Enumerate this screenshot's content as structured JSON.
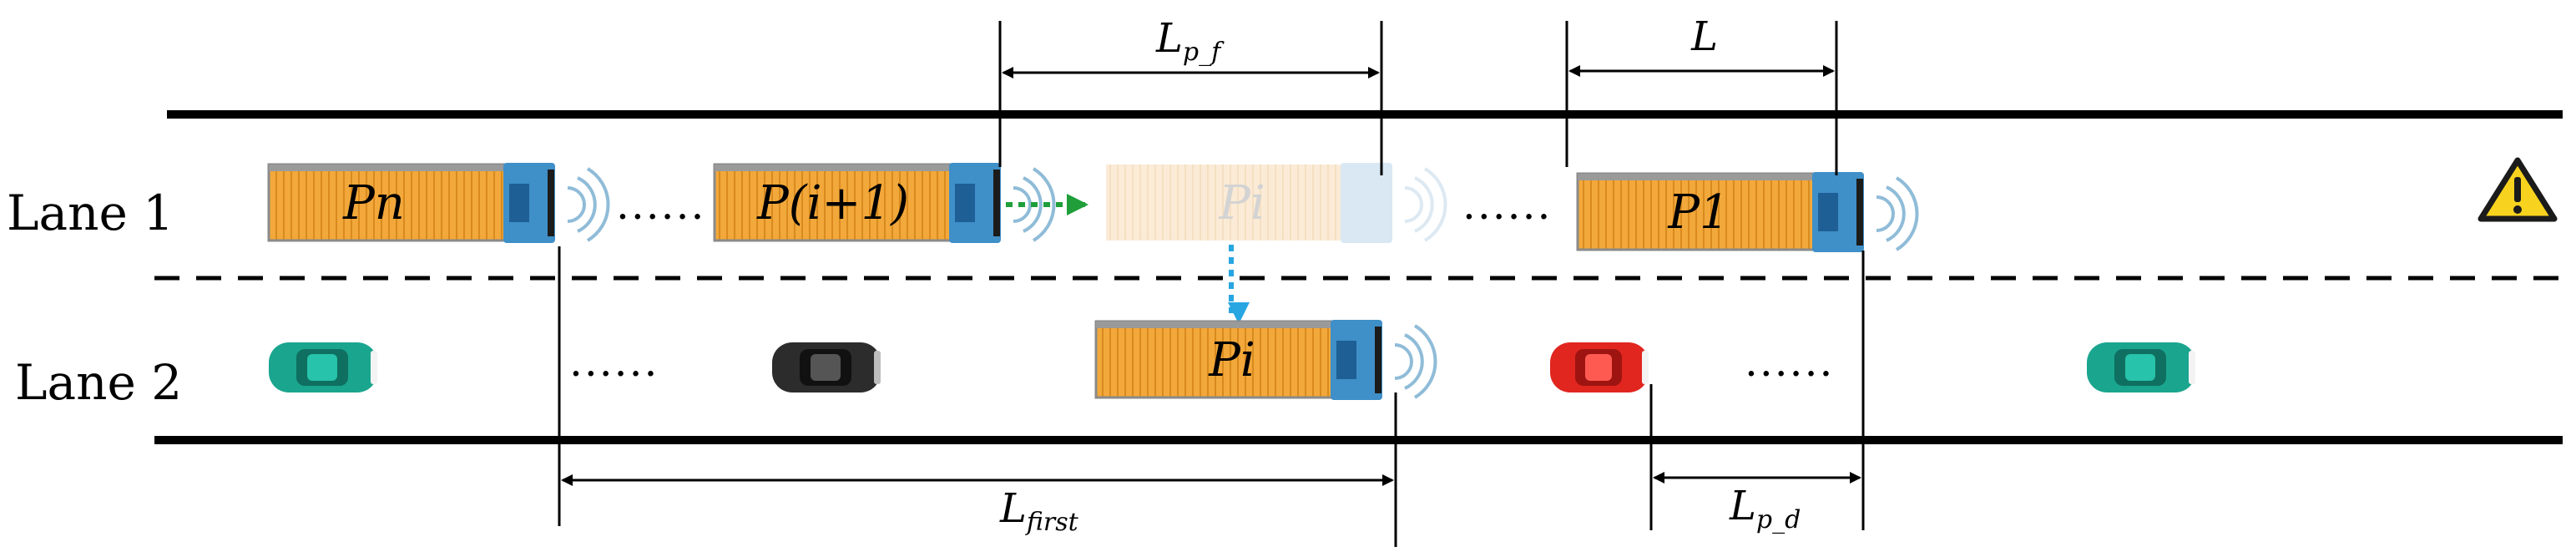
{
  "lanes": {
    "lane1": "Lane 1",
    "lane2": "Lane 2"
  },
  "trucks": {
    "pn": "Pn",
    "p_i_plus_1": "P(i+1)",
    "pi_ghost": "Pi",
    "pi": "Pi",
    "p1": "P1"
  },
  "dimensions": {
    "lpf_main": "L",
    "lpf_sub": "p_f",
    "l": "L",
    "lfirst_main": "L",
    "lfirst_sub": "first",
    "lpd_main": "L",
    "lpd_sub": "p_d"
  },
  "ellipsis": "......",
  "colors": {
    "truck_cargo": "#f2a83a",
    "truck_cab": "#3f8fc8",
    "ghost_cargo": "#fbe5c8",
    "ghost_cab": "#cfe2ef",
    "car_teal": "#1aa58f",
    "car_black": "#2c2c2c",
    "car_red": "#e0261f",
    "arrow_green": "#1f9e3a",
    "arrow_blue": "#27a6e1",
    "warning_yellow": "#f7d21f"
  },
  "icons": {
    "warning": "warning-triangle-icon",
    "signal": "wireless-signal-icon"
  }
}
